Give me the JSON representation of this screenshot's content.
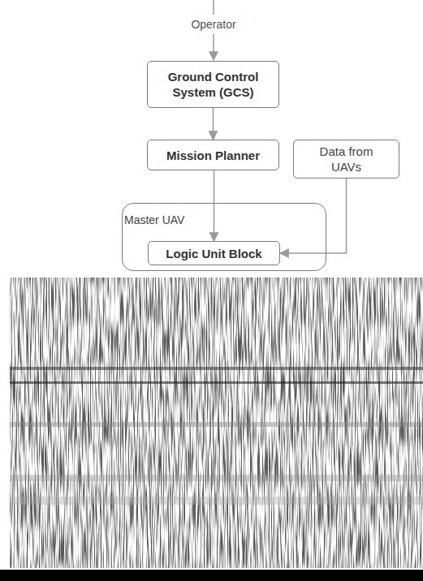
{
  "diagram": {
    "nodes": [
      {
        "text": [
          "Ground Control System (GCS)"
        ]
      },
      {
        "text": [
          "Mission Planner"
        ]
      },
      {
        "text": [
          "Data from UAVs"
        ]
      },
      {
        "text": [
          "Master UAV"
        ]
      },
      {
        "text": [
          "Logic Unit Block"
        ],
        "in": 3
      }
    ],
    "edges": [
      {
        "from": 0,
        "to": 1,
        "arrow": "to"
      },
      {
        "from": 1,
        "to": 4,
        "arrow": "to"
      },
      {
        "from": 2,
        "to": 4,
        "arrow": "to"
      }
    ],
    "labels": [
      "Operator"
    ]
  }
}
